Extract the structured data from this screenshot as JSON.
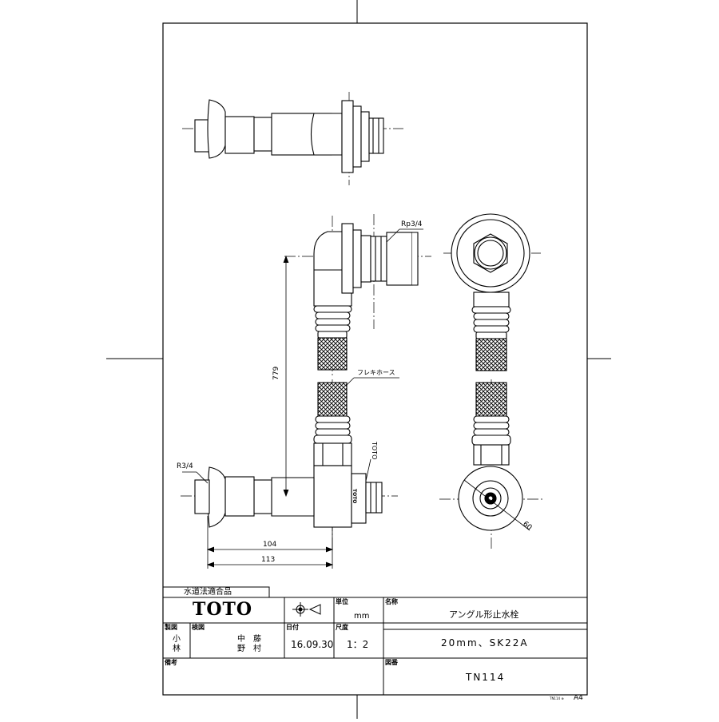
{
  "drawing": {
    "dim_rp": "Rp3/4",
    "dim_r": "R3/4",
    "dim_779": "779",
    "dim_104": "104",
    "dim_113": "113",
    "dim_60": "60",
    "flex_hose": "フレキホース",
    "toto_mark": "TOTO",
    "body_stamp": "TOTO"
  },
  "title_block": {
    "compliance": "水道法適合品",
    "brand": "TOTO",
    "unit_label": "単位",
    "unit_value": "mm",
    "name_label": "名称",
    "name_value": "アングル形止水栓",
    "drawn_label": "製図",
    "drawn_value_1": "小",
    "drawn_value_2": "林",
    "checked_label": "検図",
    "checked_value_1": "中　藤",
    "checked_value_2": "野　村",
    "date_label": "日付",
    "date_value": "16.09.30",
    "scale_label": "尺度",
    "scale_value": "1：2",
    "spec_value": "20mm、SK22A",
    "remarks_label": "備考",
    "drawing_no_label": "図番",
    "drawing_no_value": "TN114",
    "small_ref": "TN114 ⊕",
    "paper_size": "A4"
  }
}
